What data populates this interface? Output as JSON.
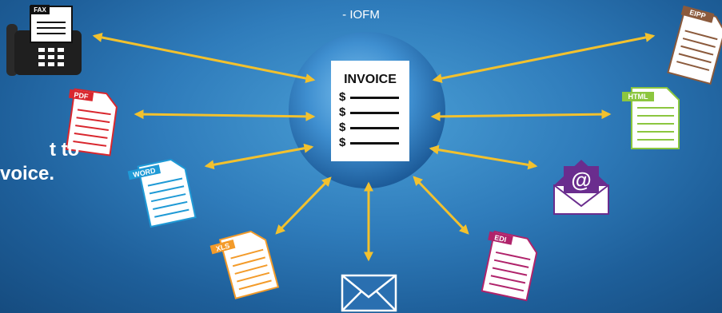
{
  "caption": "- IOFM",
  "tagline": {
    "line1": "t to",
    "line2": "voice."
  },
  "invoice": {
    "title": "INVOICE",
    "currency": "$"
  },
  "formats": {
    "fax": "FAX",
    "pdf": "PDF",
    "word": "WORD",
    "xls": "XLS",
    "eipp": "EIPP",
    "html": "HTML",
    "edi": "EDI",
    "email_symbol": "@"
  },
  "colors": {
    "arrow": "#f2c12e",
    "pdf": "#d9272e",
    "word": "#1f9ad6",
    "xls": "#f39b2a",
    "eipp": "#8b5a3c",
    "html": "#8cc63f",
    "edi": "#b0236b",
    "email": "#6a2d8e"
  }
}
